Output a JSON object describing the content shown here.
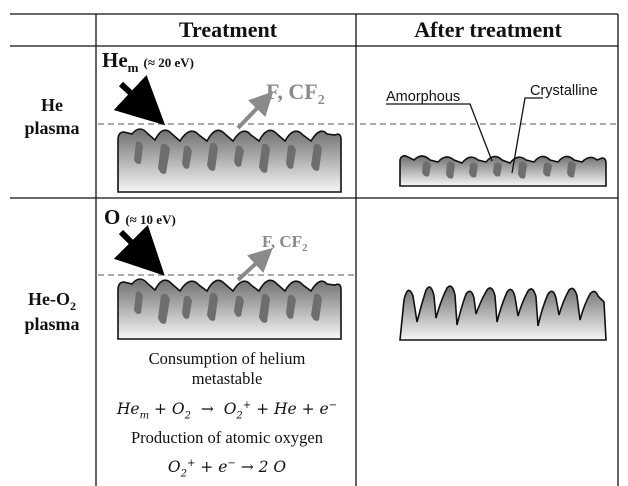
{
  "headers": {
    "treatment": "Treatment",
    "after": "After treatment"
  },
  "rows": {
    "he": {
      "label_line1": "He",
      "label_line2": "plasma",
      "incoming_symbol": "He",
      "incoming_sub": "m",
      "incoming_energy": "(≈ 20 eV)",
      "etched_species": "F, CF",
      "etched_sub": "2",
      "amorphous_label": "Amorphous",
      "crystalline_label": "Crystalline"
    },
    "heo2": {
      "label_line1": "He-O",
      "label_line1_sub": "2",
      "label_line2": "plasma",
      "incoming_symbol": "O",
      "incoming_energy": "(≈ 10 eV)",
      "etched_species": "F, CF",
      "etched_sub": "2",
      "caption1": "Consumption of helium",
      "caption2": "metastable",
      "caption3": "Production of atomic oxygen"
    }
  },
  "colors": {
    "surface_top": "#6f6f6f",
    "surface_bottom": "#f4f4f4",
    "crystal": "#6e6e6e",
    "arrow_gray": "#8a8a8a"
  }
}
